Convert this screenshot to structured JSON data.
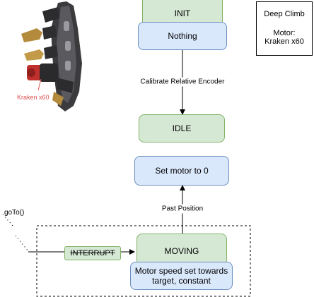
{
  "motor_image": {
    "label": "Kraken x60"
  },
  "states": {
    "init": {
      "title": "INIT",
      "action": "Nothing"
    },
    "idle": {
      "title": "IDLE",
      "action": "Set motor to 0"
    },
    "moving": {
      "title": "MOVING",
      "action_line1": "Motor speed set towards",
      "action_line2": "target, constant"
    }
  },
  "transitions": {
    "init_to_idle": "Calibrate Relative Encoder",
    "moving_to_idle": "Past Position",
    "goto_entry": "goTo()",
    "interrupt": "INTERRUPT"
  },
  "note": {
    "title": "Deep Climb",
    "motor_label": "Motor:",
    "motor_value": "Kraken x60"
  },
  "colors": {
    "state_head_fill": "#d5e8d4",
    "state_head_stroke": "#82b366",
    "state_body_fill": "#dae8fc",
    "state_body_stroke": "#6c8ebf",
    "motor_label": "#e05050"
  }
}
